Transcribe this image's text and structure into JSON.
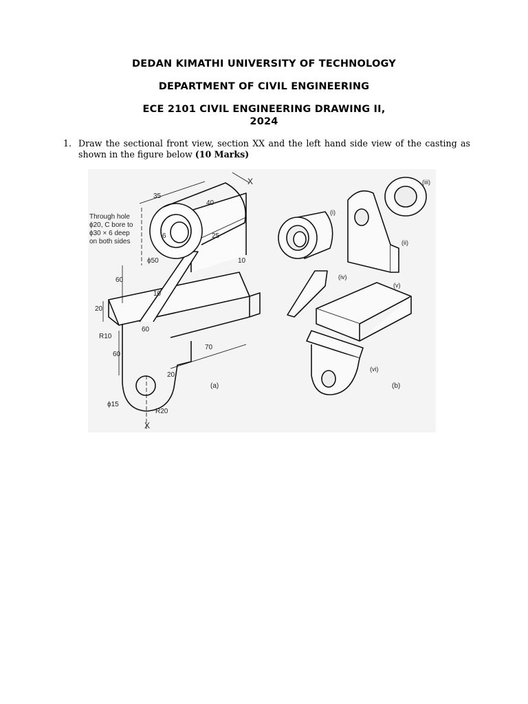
{
  "header": {
    "university": "DEDAN KIMATHI UNIVERSITY OF TECHNOLOGY",
    "department": "DEPARTMENT OF CIVIL ENGINEERING",
    "course_line1": "ECE 2101 CIVIL ENGINEERING DRAWING II,",
    "course_line2": "2024"
  },
  "question": {
    "number": "1.",
    "text": "Draw the sectional front view, section XX and the left hand side view of the casting as shown in the figure below",
    "marks": "(10 Marks)"
  },
  "figure": {
    "note_lines": [
      "Through hole",
      "ϕ20, C bore to",
      "ϕ30 × 6 deep",
      "on both sides"
    ],
    "dimensions": {
      "d35": "35",
      "d40": "40",
      "d25": "25",
      "d6": "6",
      "d10a": "10",
      "d10b": "10",
      "d60a": "60",
      "d20a": "20",
      "d60b": "60",
      "d60c": "60",
      "d70": "70",
      "d20b": "20",
      "phi50": "ϕ50",
      "phi15": "ϕ15",
      "r10": "R10",
      "r20": "R20"
    },
    "section_marks": {
      "top": "X",
      "bottom": "X"
    },
    "labels": {
      "a": "(a)",
      "b": "(b)"
    },
    "parts": {
      "i": "(i)",
      "ii": "(ii)",
      "iii": "(iii)",
      "iv": "(iv)",
      "v": "(v)",
      "vi": "(vi)"
    }
  }
}
